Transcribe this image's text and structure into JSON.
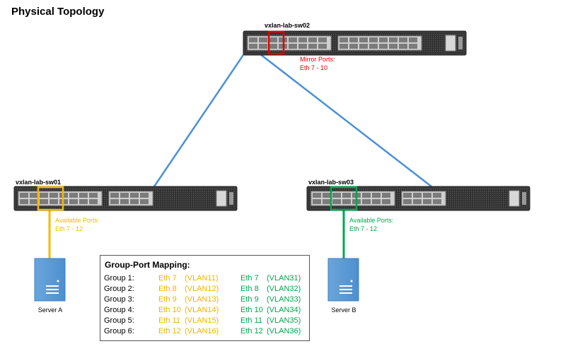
{
  "title": "Physical Topology",
  "colors": {
    "link": "#4a90d9",
    "mirror": "#e00000",
    "available_a": "#f5b800",
    "available_b": "#00a650",
    "switch_body": "#3a3a3a",
    "server": "#5b9bd5"
  },
  "switches": {
    "sw02": {
      "label": "vxlan-lab-sw02"
    },
    "sw01": {
      "label": "vxlan-lab-sw01"
    },
    "sw03": {
      "label": "vxlan-lab-sw03"
    }
  },
  "notes": {
    "mirror": {
      "line1": "Mirror Ports:",
      "line2": "Eth 7 - 10"
    },
    "sw01": {
      "line1": "Available Ports:",
      "line2": "Eth 7 - 12"
    },
    "sw03": {
      "line1": "Available Ports:",
      "line2": "Eth 7 - 12"
    }
  },
  "servers": {
    "a": {
      "label": "Server A",
      "icon": "server-icon"
    },
    "b": {
      "label": "Server B",
      "icon": "server-icon"
    }
  },
  "mapping": {
    "title": "Group-Port Mapping:",
    "rows": [
      {
        "group": "Group 1:",
        "a_port": "Eth 7",
        "a_vlan": "(VLAN11)",
        "b_port": "Eth 7",
        "b_vlan": "(VLAN31)"
      },
      {
        "group": "Group 2:",
        "a_port": "Eth 8",
        "a_vlan": "(VLAN12)",
        "b_port": "Eth 8",
        "b_vlan": "(VLAN32)"
      },
      {
        "group": "Group 3:",
        "a_port": "Eth 9",
        "a_vlan": "(VLAN13)",
        "b_port": "Eth 9",
        "b_vlan": "(VLAN33)"
      },
      {
        "group": "Group 4:",
        "a_port": "Eth 10",
        "a_vlan": "(VLAN14)",
        "b_port": "Eth 10",
        "b_vlan": "(VLAN34)"
      },
      {
        "group": "Group 5:",
        "a_port": "Eth 11",
        "a_vlan": "(VLAN15)",
        "b_port": "Eth 11",
        "b_vlan": "(VLAN35)"
      },
      {
        "group": "Group 6:",
        "a_port": "Eth 12",
        "a_vlan": "(VLAN16)",
        "b_port": "Eth 12",
        "b_vlan": "(VLAN36)"
      }
    ]
  }
}
